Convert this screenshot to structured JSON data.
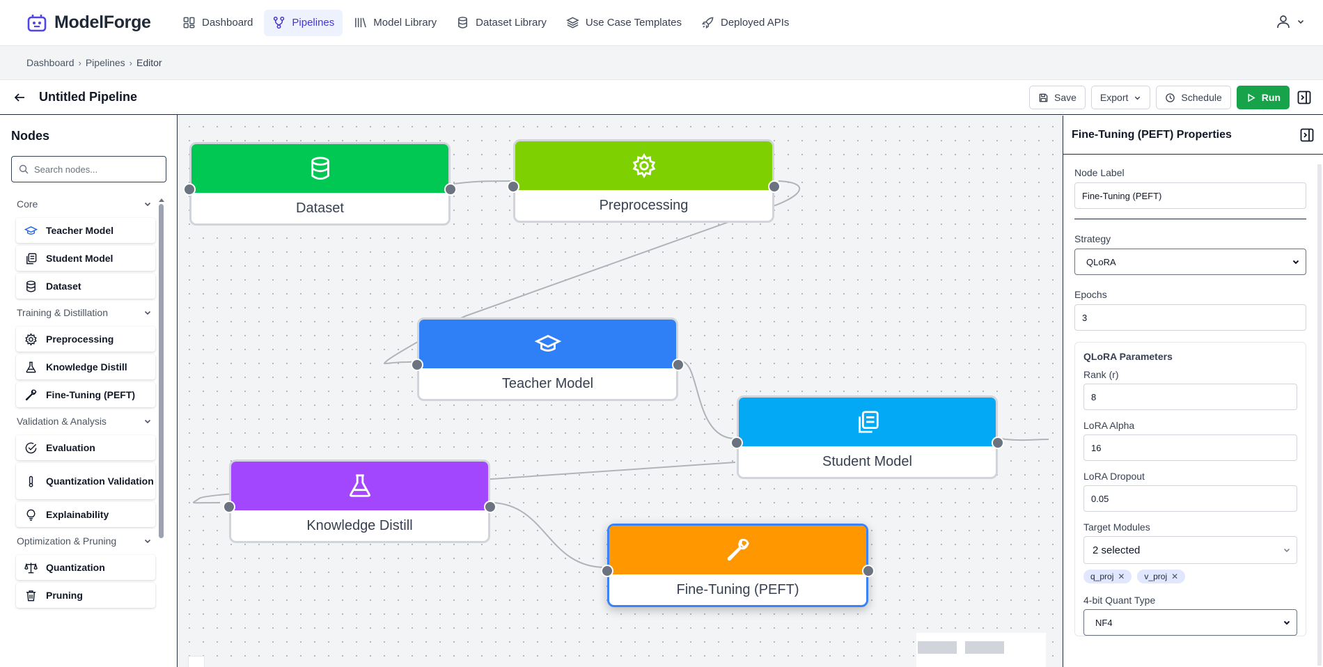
{
  "app": {
    "brand": "ModelForge",
    "accent": "#4338ca"
  },
  "nav": [
    {
      "label": "Dashboard",
      "icon": "dashboard-icon"
    },
    {
      "label": "Pipelines",
      "icon": "pipelines-icon",
      "active": true
    },
    {
      "label": "Model Library",
      "icon": "library-icon"
    },
    {
      "label": "Dataset Library",
      "icon": "database-icon"
    },
    {
      "label": "Use Case Templates",
      "icon": "layers-icon"
    },
    {
      "label": "Deployed APIs",
      "icon": "rocket-icon"
    }
  ],
  "breadcrumb": [
    "Dashboard",
    "Pipelines",
    "Editor"
  ],
  "toolbar": {
    "title": "Untitled Pipeline",
    "save": "Save",
    "export": "Export",
    "schedule": "Schedule",
    "run": "Run"
  },
  "sidebar": {
    "title": "Nodes",
    "search_placeholder": "Search nodes...",
    "categories": [
      {
        "label": "Core",
        "items": [
          "Teacher Model",
          "Student Model",
          "Dataset"
        ]
      },
      {
        "label": "Training & Distillation",
        "items": [
          "Preprocessing",
          "Knowledge Distill",
          "Fine-Tuning (PEFT)"
        ]
      },
      {
        "label": "Validation & Analysis",
        "items": [
          "Evaluation",
          "Quantization Validation",
          "Explainability"
        ]
      },
      {
        "label": "Optimization & Pruning",
        "items": [
          "Quantization",
          "Pruning"
        ]
      }
    ]
  },
  "canvas": {
    "nodes": [
      {
        "label": "Dataset",
        "color": "#00c853",
        "icon": "database-icon"
      },
      {
        "label": "Preprocessing",
        "color": "#7ed000",
        "icon": "gear-icon"
      },
      {
        "label": "Teacher Model",
        "color": "#2f80f7",
        "icon": "graduation-cap-icon"
      },
      {
        "label": "Student Model",
        "color": "#03a9f4",
        "icon": "copy-icon"
      },
      {
        "label": "Knowledge Distill",
        "color": "#a347ff",
        "icon": "flask-icon"
      },
      {
        "label": "Fine-Tuning (PEFT)",
        "color": "#ff9800",
        "icon": "wrench-icon",
        "selected": true
      }
    ]
  },
  "properties": {
    "title": "Fine-Tuning (PEFT) Properties",
    "node_label_label": "Node Label",
    "node_label_value": "Fine-Tuning (PEFT)",
    "strategy_label": "Strategy",
    "strategy_value": "QLoRA",
    "epochs_label": "Epochs",
    "epochs_value": "3",
    "qlora": {
      "title": "QLoRA Parameters",
      "rank_label": "Rank (r)",
      "rank_value": "8",
      "alpha_label": "LoRA Alpha",
      "alpha_value": "16",
      "dropout_label": "LoRA Dropout",
      "dropout_value": "0.05",
      "modules_label": "Target Modules",
      "modules_value": "2 selected",
      "modules": [
        "q_proj",
        "v_proj"
      ],
      "quant_label": "4-bit Quant Type",
      "quant_value": "NF4"
    }
  }
}
